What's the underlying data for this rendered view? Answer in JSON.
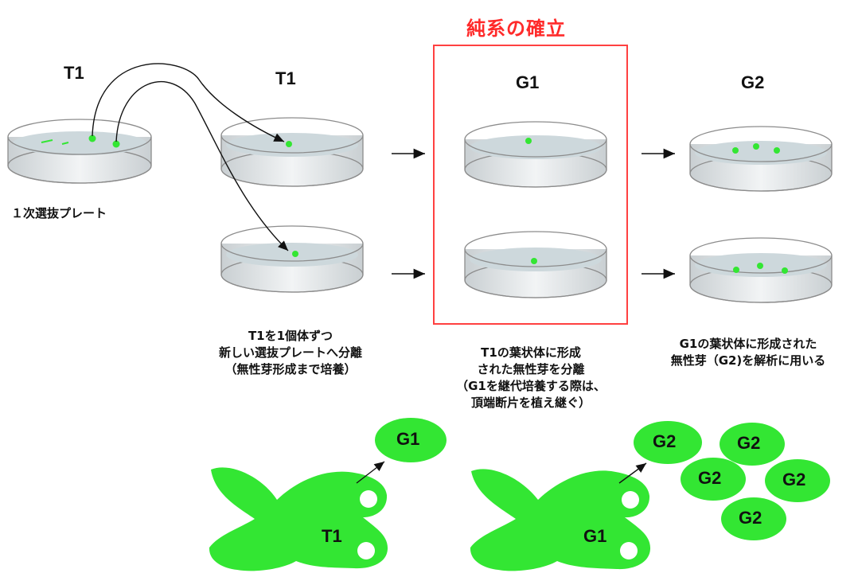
{
  "title": "純系の確立",
  "generation_labels": {
    "t1_primary": "T1",
    "t1_separated": "T1",
    "g1": "G1",
    "g2": "G2"
  },
  "captions": {
    "primary_plate": "１次選抜プレート",
    "separation": [
      "T1を1個体ずつ",
      "新しい選抜プレートへ分離",
      "（無性芽形成まで培養）"
    ],
    "g1_step": [
      "T1の葉状体に形成",
      "された無性芽を分離",
      "（G1を継代培養する際は、",
      "頂端断片を植え継ぐ）"
    ],
    "g2_step": [
      "G1の葉状体に形成された",
      "無性芽（G2)を解析に用いる"
    ]
  },
  "bottom_diagram": {
    "left_thallus": "T1",
    "left_gemma": "G1",
    "right_thallus": "G1",
    "right_gemmae": [
      "G2",
      "G2",
      "G2",
      "G2",
      "G2"
    ]
  },
  "colors": {
    "plant_green": "#33e633",
    "title_red": "#ff2a2a",
    "dish_rim": "#8c8c8c",
    "medium": "#cdd8dc"
  }
}
